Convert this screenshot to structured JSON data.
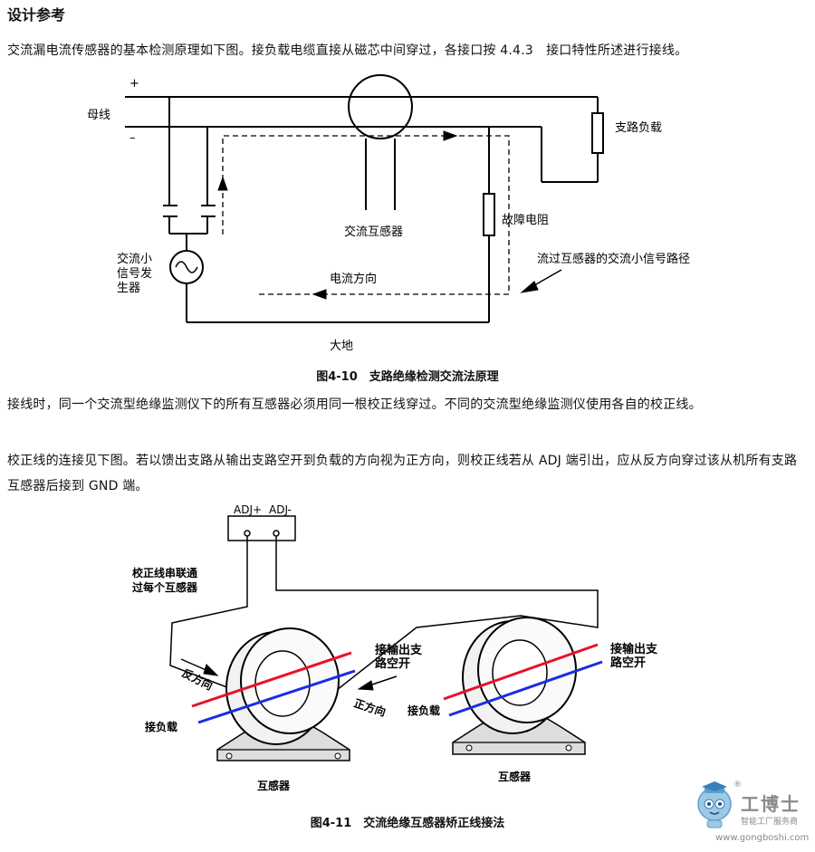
{
  "section_title": "设计参考",
  "paragraphs": {
    "p1": "交流漏电流传感器的基本检测原理如下图。接负载电缆直接从磁芯中间穿过，各接口按 4.4.3　接口特性所述进行接线。",
    "p2": "接线时，同一个交流型绝缘监测仪下的所有互感器必须用同一根校正线穿过。不同的交流型绝缘监测仪使用各自的校正线。",
    "p3": "校正线的连接见下图。若以馈出支路从输出支路空开到负载的方向视为正方向，则校正线若从 ADJ 端引出，应从反方向穿过该从机所有支路互感器后接到 GND 端。"
  },
  "figure1": {
    "caption": "图4-10　支路绝缘检测交流法原理",
    "labels": {
      "plus": "+",
      "minus": "–",
      "busbar": "母线",
      "branch_load": "支路负载",
      "ac_transformer": "交流互感器",
      "fault_resistor": "故障电阻",
      "gen_line1": "交流小",
      "gen_line2": "信号发",
      "gen_line3": "生器",
      "signal_path": "流过互感器的交流小信号路径",
      "current_dir": "电流方向",
      "ground": "大地"
    }
  },
  "figure2": {
    "caption": "图4-11　交流绝缘互感器矫正线接法",
    "labels": {
      "adj_plus": "ADJ+",
      "adj_minus": "ADJ-",
      "series_line1": "校正线串联通",
      "series_line2": "过每个互感器",
      "reverse": "反方向",
      "forward": "正方向",
      "output_a1": "接输出支",
      "output_a2": "路空开",
      "output_b1": "接输出支",
      "output_b2": "路空开",
      "load_a": "接负载",
      "load_b": "接负载",
      "ct_a": "互感器",
      "ct_b": "互感器"
    }
  },
  "watermark": {
    "name": "工博士",
    "tagline": "智能工厂服务商",
    "url": "www.gongboshi.com",
    "reg": "®"
  }
}
